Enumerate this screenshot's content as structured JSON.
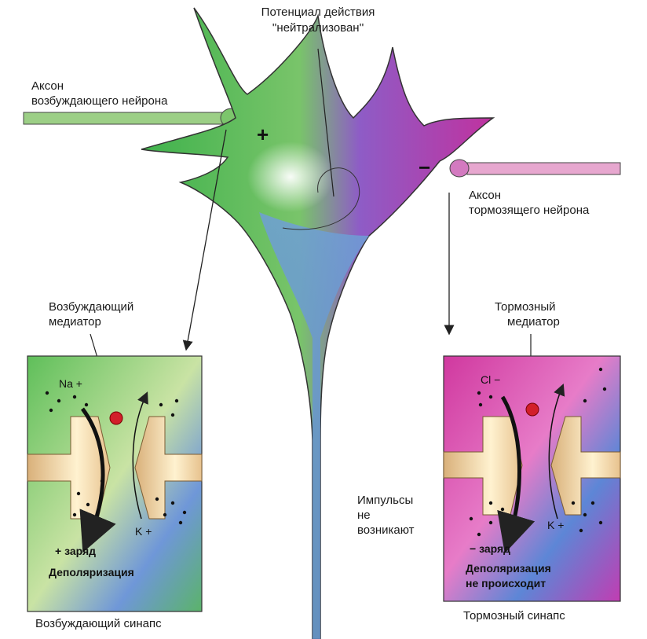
{
  "labels": {
    "action_potential_line1": "Потенциал действия",
    "action_potential_line2": "''нейтрализован''",
    "exc_axon_line1": "Аксон",
    "exc_axon_line2": "возбуждающего нейрона",
    "inh_axon_line1": "Аксон",
    "inh_axon_line2": "тормозящего нейрона",
    "exc_mediator_line1": "Возбуждающий",
    "exc_mediator_line2": "медиатор",
    "inh_mediator_line1": "Тормозный",
    "inh_mediator_line2": "медиатор",
    "impulses_line1": "Импульсы",
    "impulses_line2": "не",
    "impulses_line3": "возникают",
    "exc_synapse_caption": "Возбуждающий синапс",
    "inh_synapse_caption": "Тормозный синапс"
  },
  "neuron_signs": {
    "plus": "+",
    "minus": "−"
  },
  "excitatory_box": {
    "ion_top": "Na +",
    "ion_bottom": "K +",
    "charge": "+ заряд",
    "result": "Деполяризация"
  },
  "inhibitory_box": {
    "ion_top": "Cl −",
    "ion_bottom": "K +",
    "charge": "− заряд",
    "result_line1": "Деполяризация",
    "result_line2": "не происходит"
  },
  "colors": {
    "excitatory": "#4cb84a",
    "inhibitory": "#c43aa8",
    "neutral_blue": "#5b86c8",
    "axon_terminal": "#e8cfa0",
    "mediator_dot": "#d21f2a"
  }
}
